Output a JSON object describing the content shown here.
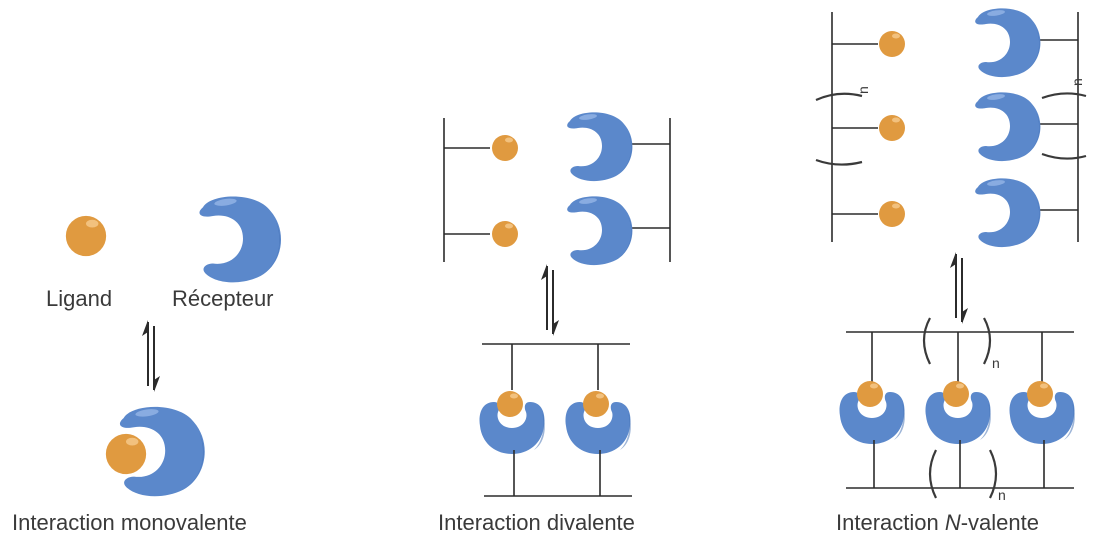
{
  "labels": {
    "ligand": "Ligand",
    "receptor": "Récepteur",
    "mono": "Interaction monovalente",
    "di": "Interaction divalente",
    "n_prefix": "Interaction ",
    "n_italic": "N",
    "n_suffix": "-valente",
    "subscript_n": "n"
  },
  "colors": {
    "ligand": "#E09A40",
    "ligand_highlight": "#F4C585",
    "receptor": "#5B88CB",
    "receptor_dark": "#3E6CB0",
    "receptor_highlight": "#8EB0E3",
    "line": "#2B2B2B"
  },
  "icons": [
    "ligand-sphere-icon",
    "receptor-crescent-icon",
    "equilibrium-arrow-icon"
  ]
}
